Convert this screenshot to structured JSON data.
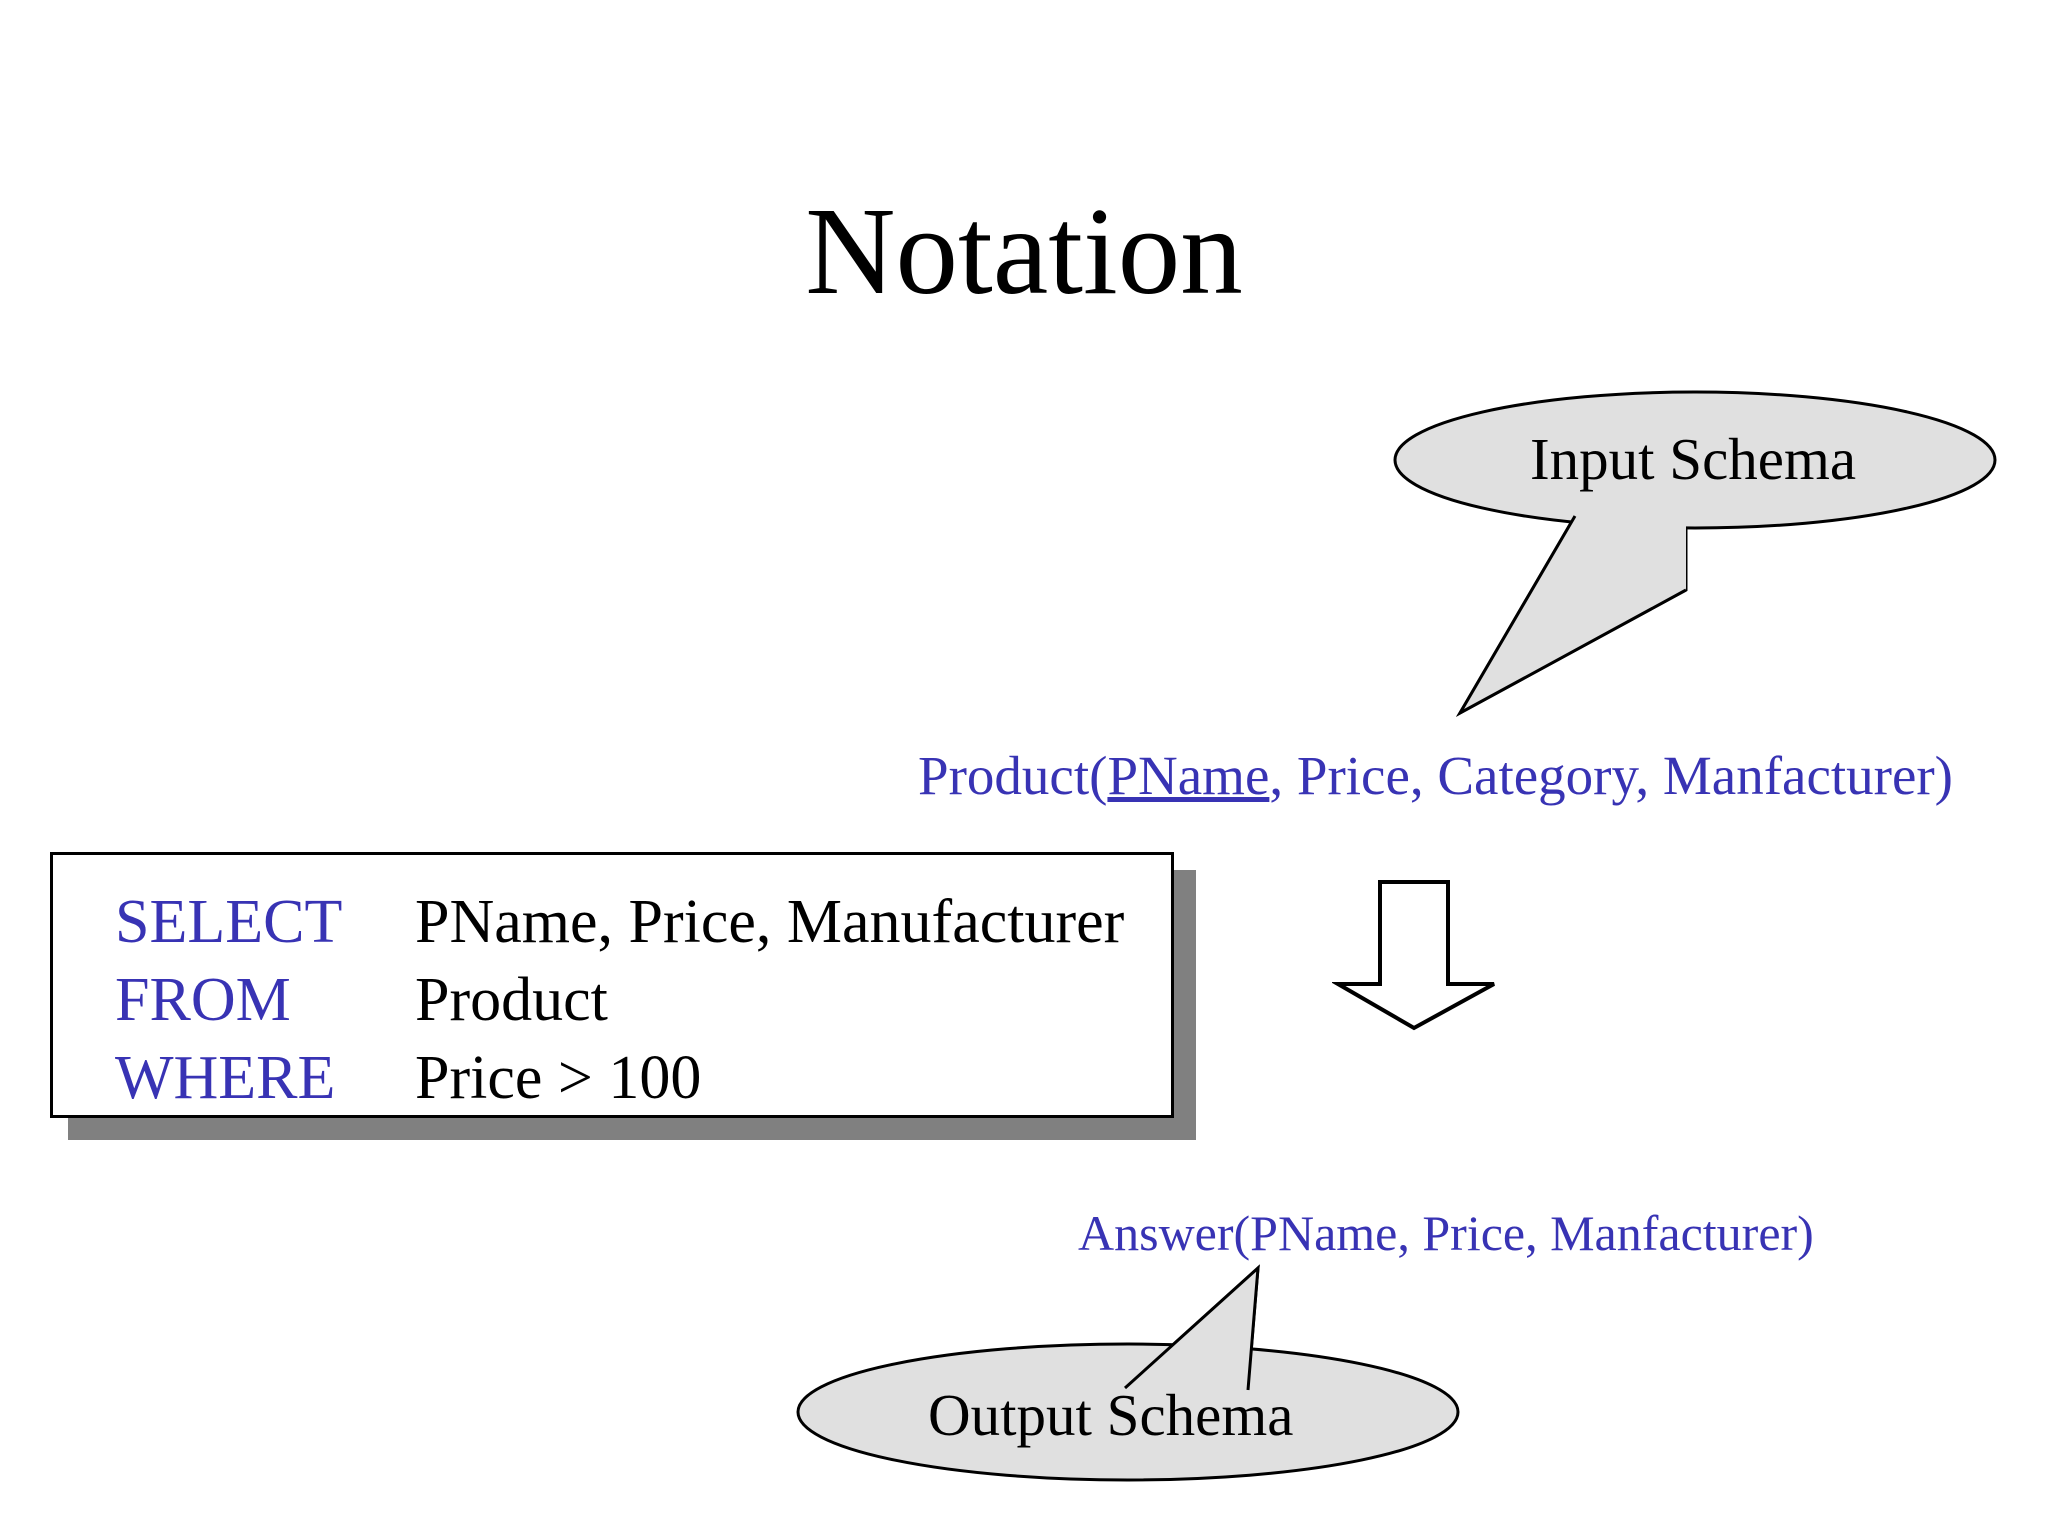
{
  "slide": {
    "title": "Notation",
    "background_color": "#ffffff"
  },
  "colors": {
    "keyword_blue": "#3833b4",
    "schema_blue": "#3833b4",
    "callout_fill": "#e0e0e0",
    "callout_stroke": "#000000",
    "box_border": "#000000",
    "box_shadow": "#808080",
    "text_black": "#000000"
  },
  "callouts": {
    "input": {
      "label": "Input Schema",
      "icon": "speech-bubble-ellipse-icon",
      "points_to": "input-schema-text"
    },
    "output": {
      "label": "Output Schema",
      "icon": "speech-bubble-ellipse-icon",
      "points_to": "output-schema-text"
    }
  },
  "schemas": {
    "input": {
      "relation": "Product",
      "open_paren": "(",
      "key_attribute": "PName",
      "rest_attributes": ", Price, Category, Manfacturer)",
      "full_text": "Product(PName, Price, Category, Manfacturer)"
    },
    "output": {
      "full_text": "Answer(PName, Price, Manfacturer)"
    }
  },
  "sql_query": {
    "rows": [
      {
        "keyword": "SELECT",
        "expression": "PName, Price, Manufacturer"
      },
      {
        "keyword": "FROM",
        "expression": "Product"
      },
      {
        "keyword": "WHERE",
        "expression": "Price > 100"
      }
    ]
  },
  "flow_arrow": {
    "icon": "down-arrow-icon",
    "direction": "down"
  }
}
